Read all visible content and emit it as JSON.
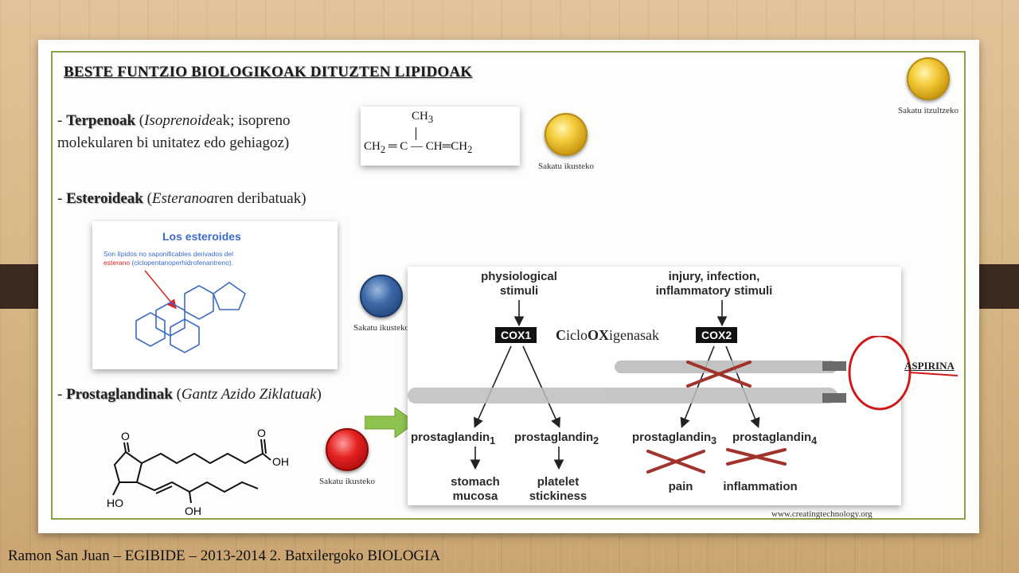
{
  "slide": {
    "title": "BESTE FUNTZIO BIOLOGIKOAK DITUZTEN LIPIDOAK",
    "terpenoak": {
      "dash": "- ",
      "name": "Terpenoak",
      "desc_a": " (",
      "desc_italic": "Isoprenoide",
      "desc_b": "ak; isopreno",
      "desc_line2": "molekularen bi unitatez edo gehiagoz)"
    },
    "esteroideak": {
      "dash": "- ",
      "name": "Esteroideak",
      "desc_a": " (",
      "desc_italic": "Esteranoa",
      "desc_b": "ren deribatuak)"
    },
    "prostaglandinak": {
      "dash": "- ",
      "name": "Prostaglandinak",
      "desc_a": " (",
      "desc_italic": "Gantz Azido Ziklatuak",
      "desc_b": ")"
    },
    "isoprene_formula": {
      "ch3": "CH",
      "ch3_sub": "3",
      "left": "CH",
      "left_sub": "2",
      "eq1": " ═ ",
      "c": "C",
      "dash": " — ",
      "ch": "CH",
      "eq2": "═",
      "right": "CH",
      "right_sub": "2"
    },
    "steroid_panel": {
      "title": "Los esteroides",
      "desc_1": "Son lípidos no saponificables derivados del",
      "desc_red": "esterano",
      "desc_2": " (ciclopentanoperhidrofenantreno)."
    },
    "prostaglandin_molecule": {
      "o_top": "O",
      "o_ring": "O",
      "oh_acid": "OH",
      "ho": "HO",
      "oh": "OH"
    },
    "cox_diagram": {
      "stimuli_1": "physiological stimuli",
      "stimuli_2": "injury, infection, inflammatory stimuli",
      "cox1": "COX1",
      "cox2": "COX2",
      "pg1": "prostaglandin",
      "pg1_sub": "1",
      "pg2": "prostaglandin",
      "pg2_sub": "2",
      "pg3": "prostaglandin",
      "pg3_sub": "3",
      "pg4": "prostaglandin",
      "pg4_sub": "4",
      "effect_1": "stomach mucosa",
      "effect_2": "platelet stickiness",
      "effect_3": "pain",
      "effect_4": "inflammation"
    },
    "ciclo": {
      "c": "C",
      "iclo": "iclo",
      "ox": "OX",
      "igenasak": "igenasak"
    },
    "aspirina": "ASPIRINA",
    "website": "www.creatingtechnology.org",
    "buttons": {
      "back_label": "Sakatu itzultzeko",
      "terpeno_label": "Sakatu ikusteko",
      "steroid_label": "Sakatu ikusteko",
      "prosta_label": "Sakatu ikusteko"
    }
  },
  "footer": "Ramon San Juan – EGIBIDE – 2013-2014 2. Batxilergoko BIOLOGIA",
  "colors": {
    "frame": "#8aa04a",
    "gold_button": "#f4cc3c",
    "blue_button": "#3d6aa8",
    "red_button": "#e52222",
    "cross": "#a0342c",
    "arrow": "#8fc34f"
  }
}
